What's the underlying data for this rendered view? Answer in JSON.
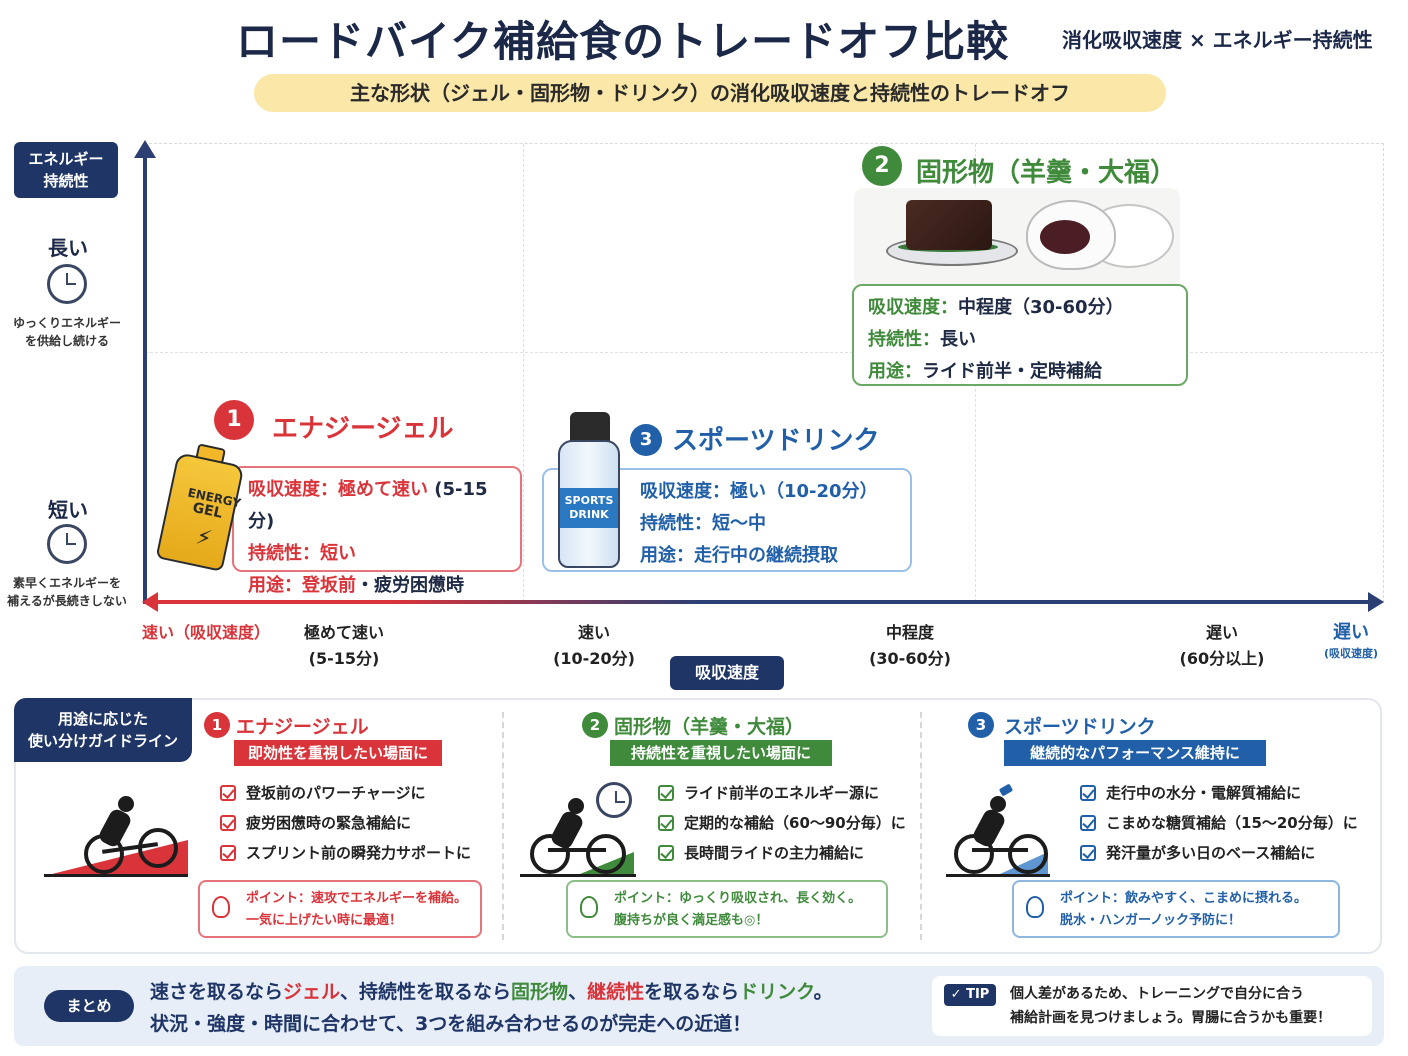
{
  "header": {
    "title": "ロードバイク補給食のトレードオフ比較",
    "subtitle_right": "消化吸収速度 × エネルギー持続性",
    "banner": "主な形状（ジェル・固形物・ドリンク）の消化吸収速度と持続性のトレードオフ"
  },
  "y_axis": {
    "label_line1": "エネルギー",
    "label_line2": "持続性",
    "high": "長い",
    "high_desc_line1": "ゆっくりエネルギー",
    "high_desc_line2": "を供給し続ける",
    "low": "短い",
    "low_desc_line1": "素早くエネルギーを",
    "low_desc_line2": "補えるが長続きしない"
  },
  "x_axis": {
    "title": "吸収速度",
    "left_end": "速い（吸収速度）",
    "right_end": "遅い",
    "right_end_sub": "(吸収速度)",
    "ticks": [
      {
        "label": "極めて速い",
        "sub": "(5-15分)"
      },
      {
        "label": "速い",
        "sub": "(10-20分)"
      },
      {
        "label": "中程度",
        "sub": "(30-60分)"
      },
      {
        "label": "遅い",
        "sub": "(60分以上)"
      }
    ]
  },
  "items": {
    "gel": {
      "num": "1",
      "title": "エナジージェル",
      "art_text_1": "ENERGY",
      "art_text_2": "GEL",
      "absorb_key": "吸収速度：",
      "absorb_val": "極めて速い",
      "absorb_extra": "(5-15分)",
      "sustain_key": "持続性：",
      "sustain_val": "短い",
      "use_key": "用途：",
      "use_val": "登坂前",
      "use_extra": "・疲労困憊時"
    },
    "solid": {
      "num": "2",
      "title": "固形物（羊羹・大福）",
      "absorb": "吸収速度：",
      "absorb_val": "中程度（30-60分）",
      "sustain": "持続性：",
      "sustain_val": "長い",
      "use": "用途：",
      "use_val": "ライド前半・定時補給"
    },
    "drink": {
      "num": "3",
      "title": "スポーツドリンク",
      "art_text_1": "SPORTS",
      "art_text_2": "DRINK",
      "absorb": "吸収速度：",
      "absorb_val": "極い（10-20分）",
      "sustain": "持続性：",
      "sustain_val": "短〜中",
      "use": "用途：",
      "use_val": "走行中の継続摂取"
    }
  },
  "guide": {
    "label_line1": "用途に応じた",
    "label_line2": "使い分けガイドライン",
    "columns": [
      {
        "num": "1",
        "title": "エナジージェル",
        "tag": "即効性を重視したい場面に",
        "checks": [
          "登坂前のパワーチャージに",
          "疲労困憊時の緊急補給に",
          "スプリント前の瞬発力サポートに"
        ],
        "point_line1": "ポイント：速攻でエネルギーを補給。",
        "point_line2": "一気に上げたい時に最適！"
      },
      {
        "num": "2",
        "title": "固形物（羊羹・大福）",
        "tag": "持続性を重視したい場面に",
        "checks": [
          "ライド前半のエネルギー源に",
          "定期的な補給（60〜90分毎）に",
          "長時間ライドの主力補給に"
        ],
        "point_line1": "ポイント：ゆっくり吸収され、長く効く。",
        "point_line2": "腹持ちが良く満足感も◎！"
      },
      {
        "num": "3",
        "title": "スポーツドリンク",
        "tag": "継続的なパフォーマンス維持に",
        "checks": [
          "走行中の水分・電解質補給に",
          "こまめな糖質補給（15〜20分毎）に",
          "発汗量が多い日のベース補給に"
        ],
        "point_line1": "ポイント：飲みやすく、こまめに摂れる。",
        "point_line2": "脱水・ハンガーノック予防に！"
      }
    ]
  },
  "summary": {
    "label": "まとめ",
    "line1_a": "速さを取るなら",
    "line1_b": "ジェル",
    "line1_c": "、持続性を取るなら",
    "line1_d": "固形物",
    "line1_e": "、",
    "line1_f": "継続性",
    "line1_g": "を取るなら",
    "line1_h": "ドリンク",
    "line1_i": "。",
    "line2": "状況・強度・時間に合わせて、3つを組み合わせるのが完走への近道！",
    "tip_badge": "✓ TIP",
    "tip_line1": "個人差があるため、トレーニングで自分に合う",
    "tip_line2": "補給計画を見つけましょう。胃腸に合うかも重要！"
  },
  "colors": {
    "navy": "#1f3566",
    "red": "#d9343a",
    "green": "#3f8a3b",
    "blue": "#2160a8",
    "banner": "#fbe7a8"
  }
}
